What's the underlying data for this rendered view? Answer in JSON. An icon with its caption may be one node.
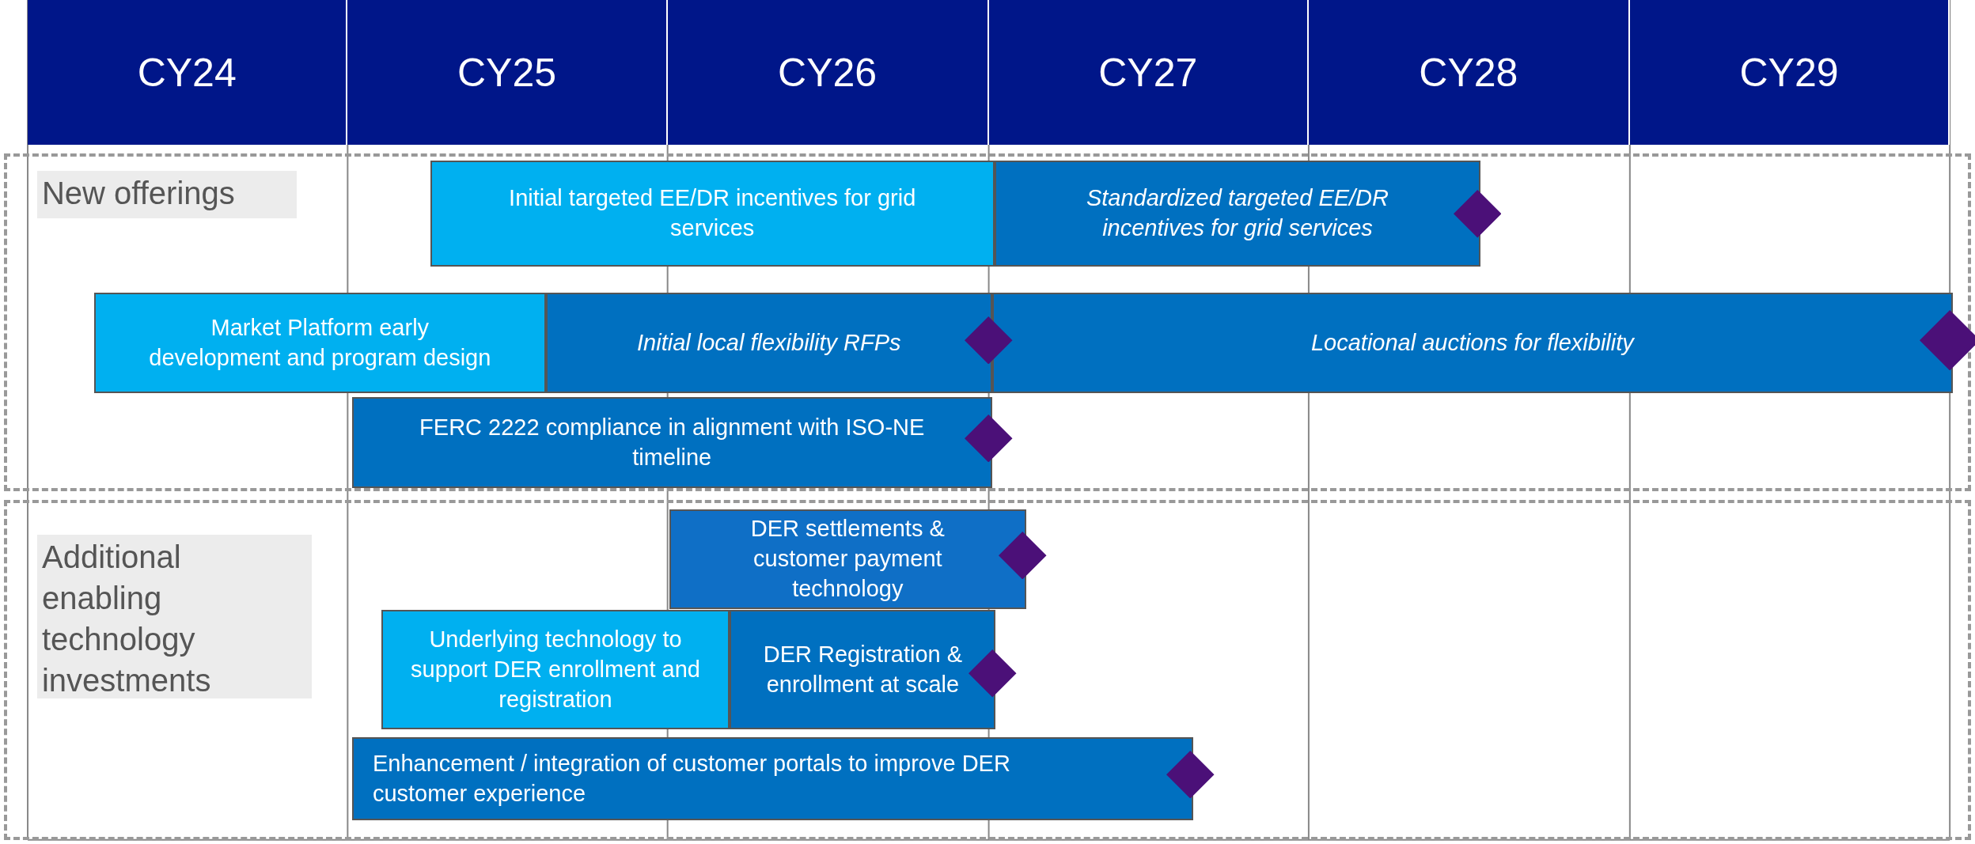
{
  "diagram": {
    "nodes": [
      {
        "text": [
          "CY24"
        ]
      },
      {
        "text": [
          "CY25"
        ]
      },
      {
        "text": [
          "CY26"
        ]
      },
      {
        "text": [
          "CY27"
        ]
      },
      {
        "text": [
          "CY28"
        ]
      },
      {
        "text": [
          "CY29"
        ]
      },
      {
        "text": [
          "New offerings"
        ]
      },
      {
        "text": [
          "Initial targeted EE/DR incentives for grid services"
        ],
        "in": 6
      },
      {
        "text": [
          "Standardized targeted EE/DR incentives for grid services"
        ],
        "in": 6
      },
      {
        "text": [
          "Market Platform early development and program design"
        ],
        "in": 6
      },
      {
        "text": [
          "Initial local flexibility RFPs"
        ],
        "in": 6
      },
      {
        "text": [
          "Locational auctions for flexibility"
        ],
        "in": 6
      },
      {
        "text": [
          "FERC 2222 compliance in alignment with ISO-NE timeline"
        ],
        "in": 6
      },
      {
        "text": [
          "Additional enabling technology investments"
        ]
      },
      {
        "text": [
          "DER settlements & customer payment technology"
        ],
        "in": 13
      },
      {
        "text": [
          "Underlying technology to support DER enrollment and registration"
        ],
        "in": 13
      },
      {
        "text": [
          "DER Registration & enrollment at scale"
        ],
        "in": 13
      },
      {
        "text": [
          "Enhancement / integration of customer portals to improve DER customer experience"
        ],
        "in": 13
      }
    ]
  }
}
